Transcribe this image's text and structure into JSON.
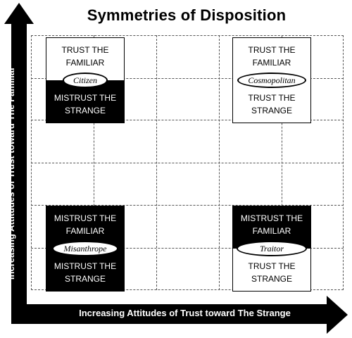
{
  "title": "Symmetries of Disposition",
  "x_axis_label": "Increasing Attitudes of Trust toward The Strange",
  "y_axis_label": "Increasing Attitudes of Trust toward The Familiar",
  "quadrants": {
    "citizen": {
      "name": "Citizen",
      "top": [
        "TRUST THE",
        "FAMILIAR"
      ],
      "bottom": [
        "MISTRUST THE",
        "STRANGE"
      ]
    },
    "cosmopolitan": {
      "name": "Cosmopolitan",
      "top": [
        "TRUST THE",
        "FAMILIAR"
      ],
      "bottom": [
        "TRUST THE",
        "STRANGE"
      ]
    },
    "misanthrope": {
      "name": "Misanthrope",
      "top": [
        "MISTRUST THE",
        "FAMILIAR"
      ],
      "bottom": [
        "MISTRUST THE",
        "STRANGE"
      ]
    },
    "traitor": {
      "name": "Traitor",
      "top": [
        "MISTRUST THE",
        "FAMILIAR"
      ],
      "bottom": [
        "TRUST THE",
        "STRANGE"
      ]
    }
  },
  "colors": {
    "dark": "#000000",
    "light": "#ffffff"
  }
}
